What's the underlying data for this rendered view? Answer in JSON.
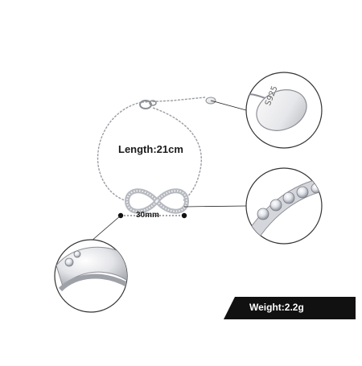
{
  "product": {
    "length_label": "Length:21cm",
    "width_label": "30mm",
    "weight_label": "Weight:2.2g",
    "tag_stamp": "S925"
  },
  "colors": {
    "silver_light": "#f2f2f4",
    "silver_mid": "#c9cbd0",
    "silver_dark": "#8a8d93",
    "badge_background": "#111111",
    "badge_text": "#ffffff",
    "marker_dot": "#111111"
  },
  "callouts": [
    {
      "name": "tag-closeup",
      "subject": "s925-stamped-oval-tag"
    },
    {
      "name": "stones-closeup",
      "subject": "cubic-zirconia-setting"
    },
    {
      "name": "finish-closeup",
      "subject": "polished-inner-band"
    }
  ]
}
